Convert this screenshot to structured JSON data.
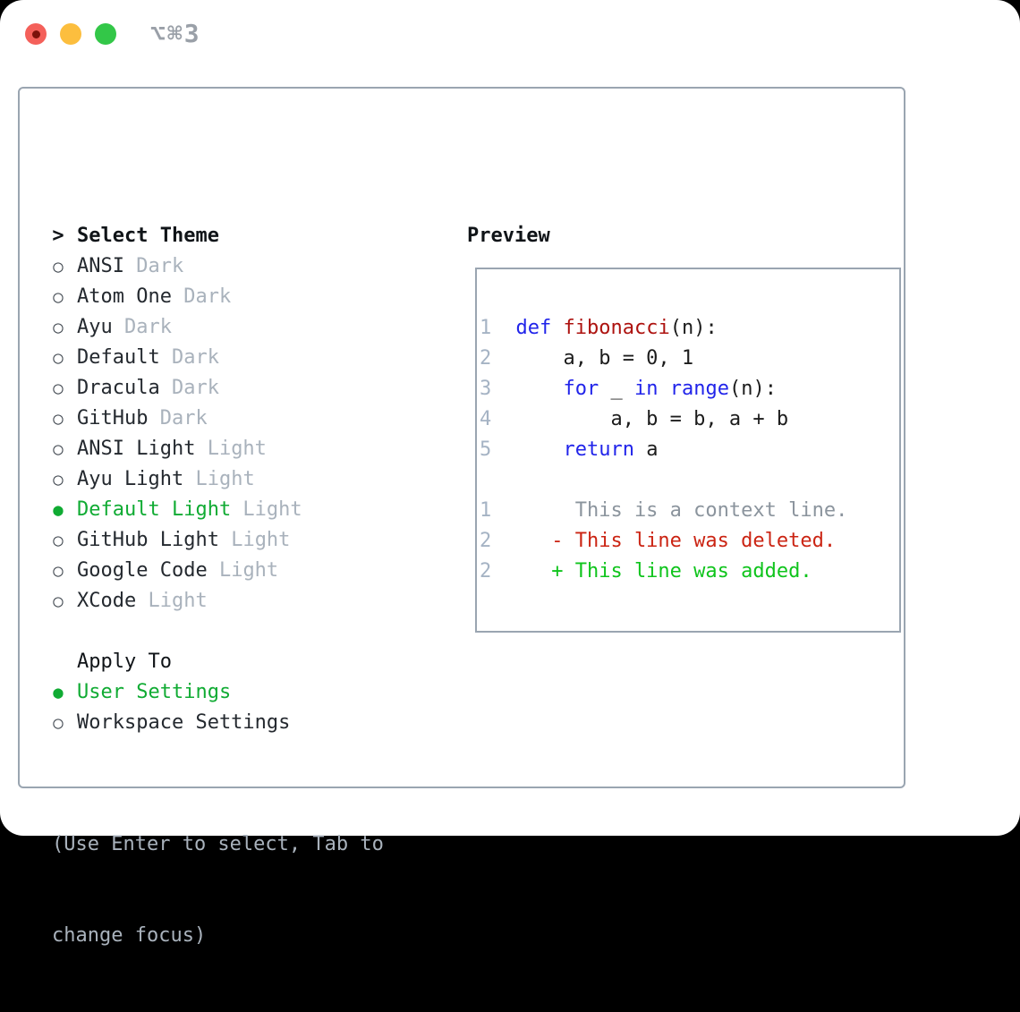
{
  "colors": {
    "text": "#24292f",
    "muted": "#a9b2bc",
    "accent_green": "#10ab33",
    "border": "#9aa5b1",
    "keyword_blue": "#2124ea",
    "function_red": "#ad120f",
    "code_text": "#1c1c1c",
    "line_number": "#a5b3c4",
    "context_gray": "#8b949d",
    "deleted_red": "#cb2413",
    "added_green": "#0fc41c",
    "shortcut_gray": "#9aa0a8",
    "light_red": "#f4605a",
    "light_red_dot": "#7c120b",
    "light_yellow": "#fcbe3e",
    "light_green": "#33c748"
  },
  "titlebar": {
    "shortcut_label": "⌥⌘3"
  },
  "theme_picker": {
    "header": {
      "marker": ">",
      "label": "Select Theme"
    },
    "items": [
      {
        "marker": "○",
        "name": "ANSI",
        "variant": "Dark",
        "selected": false
      },
      {
        "marker": "○",
        "name": "Atom One",
        "variant": "Dark",
        "selected": false
      },
      {
        "marker": "○",
        "name": "Ayu",
        "variant": "Dark",
        "selected": false
      },
      {
        "marker": "○",
        "name": "Default",
        "variant": "Dark",
        "selected": false
      },
      {
        "marker": "○",
        "name": "Dracula",
        "variant": "Dark",
        "selected": false
      },
      {
        "marker": "○",
        "name": "GitHub",
        "variant": "Dark",
        "selected": false
      },
      {
        "marker": "○",
        "name": "ANSI Light",
        "variant": "Light",
        "selected": false
      },
      {
        "marker": "○",
        "name": "Ayu Light",
        "variant": "Light",
        "selected": false
      },
      {
        "marker": "●",
        "name": "Default Light",
        "variant": "Light",
        "selected": true
      },
      {
        "marker": "○",
        "name": "GitHub Light",
        "variant": "Light",
        "selected": false
      },
      {
        "marker": "○",
        "name": "Google Code",
        "variant": "Light",
        "selected": false
      },
      {
        "marker": "○",
        "name": "XCode",
        "variant": "Light",
        "selected": false
      }
    ],
    "apply_to": {
      "header": "Apply To",
      "options": [
        {
          "marker": "●",
          "label": "User Settings",
          "selected": true
        },
        {
          "marker": "○",
          "label": "Workspace Settings",
          "selected": false
        }
      ]
    },
    "help_lines": [
      "(Use Enter to select, Tab to",
      "change focus)"
    ]
  },
  "preview": {
    "header": "Preview",
    "code_lines": [
      {
        "num": "1",
        "segs": [
          {
            "t": "  ",
            "c": "plain"
          },
          {
            "t": "def",
            "c": "kw"
          },
          {
            "t": " ",
            "c": "plain"
          },
          {
            "t": "fibonacci",
            "c": "fn"
          },
          {
            "t": "(n):",
            "c": "plain"
          }
        ]
      },
      {
        "num": "2",
        "segs": [
          {
            "t": "      a, b = 0, 1",
            "c": "plain"
          }
        ]
      },
      {
        "num": "3",
        "segs": [
          {
            "t": "      ",
            "c": "plain"
          },
          {
            "t": "for",
            "c": "kw"
          },
          {
            "t": " _ ",
            "c": "plain"
          },
          {
            "t": "in",
            "c": "kw"
          },
          {
            "t": " ",
            "c": "plain"
          },
          {
            "t": "range",
            "c": "kw"
          },
          {
            "t": "(n):",
            "c": "plain"
          }
        ]
      },
      {
        "num": "4",
        "segs": [
          {
            "t": "          a, b = b, a + b",
            "c": "plain"
          }
        ]
      },
      {
        "num": "5",
        "segs": [
          {
            "t": "      ",
            "c": "plain"
          },
          {
            "t": "return",
            "c": "kw"
          },
          {
            "t": " a",
            "c": "plain"
          }
        ]
      },
      {
        "num": "",
        "segs": []
      },
      {
        "num": "1",
        "segs": [
          {
            "t": "       This is a context line.",
            "c": "ctx"
          }
        ]
      },
      {
        "num": "2",
        "segs": [
          {
            "t": "     - This line was deleted.",
            "c": "del"
          }
        ]
      },
      {
        "num": "2",
        "segs": [
          {
            "t": "     + This line was added.",
            "c": "add"
          }
        ]
      }
    ]
  }
}
